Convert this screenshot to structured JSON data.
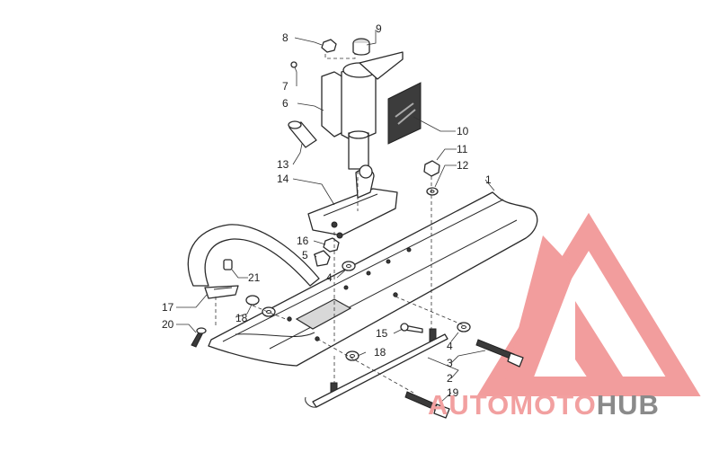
{
  "watermark": {
    "text_a": "AUTO",
    "text_b": "MOTO",
    "text_c": "HUB",
    "color_logo": "#f08c8c",
    "color_text_red": "#f2a0a0",
    "color_text_gray": "#8a8a8a"
  },
  "callouts": [
    {
      "id": "c8",
      "label": "8"
    },
    {
      "id": "c9",
      "label": "9"
    },
    {
      "id": "c7",
      "label": "7"
    },
    {
      "id": "c6",
      "label": "6"
    },
    {
      "id": "c10",
      "label": "10"
    },
    {
      "id": "c11",
      "label": "11"
    },
    {
      "id": "c12",
      "label": "12"
    },
    {
      "id": "c1",
      "label": "1"
    },
    {
      "id": "c13",
      "label": "13"
    },
    {
      "id": "c14",
      "label": "14"
    },
    {
      "id": "c16",
      "label": "16"
    },
    {
      "id": "c5",
      "label": "5"
    },
    {
      "id": "c4a",
      "label": "4"
    },
    {
      "id": "c21",
      "label": "21"
    },
    {
      "id": "c17",
      "label": "17"
    },
    {
      "id": "c18a",
      "label": "18"
    },
    {
      "id": "c20",
      "label": "20"
    },
    {
      "id": "c15",
      "label": "15"
    },
    {
      "id": "c18b",
      "label": "18"
    },
    {
      "id": "c4b",
      "label": "4"
    },
    {
      "id": "c3",
      "label": "3"
    },
    {
      "id": "c2",
      "label": "2"
    },
    {
      "id": "c19",
      "label": "19"
    }
  ]
}
